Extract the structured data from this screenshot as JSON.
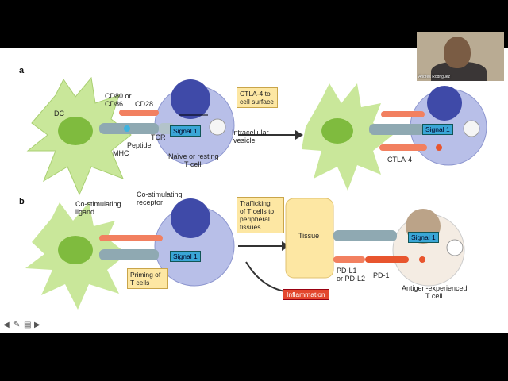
{
  "panels": {
    "a": "a",
    "b": "b"
  },
  "panel_a": {
    "dc": "DC",
    "cd80": "CD80 or",
    "cd86": "CD86",
    "cd28": "CD28",
    "peptide": "Peptide",
    "tcr": "TCR",
    "mhc": "MHC",
    "signal1": "Signal 1",
    "intracellular1": "Intracellular",
    "intracellular2": "vesicle",
    "naive1": "Naïve or resting",
    "naive2": "T cell",
    "ctla4_box1": "CTLA-4 to",
    "ctla4_box2": "cell surface",
    "signal1_right": "Signal 1",
    "ctla4": "CTLA-4"
  },
  "panel_b": {
    "costim_ligand1": "Co-stimulating",
    "costim_ligand2": "ligand",
    "costim_receptor1": "Co-stimulating",
    "costim_receptor2": "receptor",
    "signal1": "Signal 1",
    "priming1": "Priming of",
    "priming2": "T cells",
    "traffic1": "Trafficking",
    "traffic2": "of T cells to",
    "traffic3": "peripheral",
    "traffic4": "tissues",
    "tissue": "Tissue",
    "signal1_right": "Signal 1",
    "pdl1": "PD-L1",
    "pdl2": "or PD-L2",
    "pd1": "PD-1",
    "inflammation": "Inflammation",
    "antigen1": "Antigen-experienced",
    "antigen2": "T cell"
  },
  "video": {
    "name": "Andres Rodriguez"
  },
  "controls": {
    "prev": "◀",
    "pen": "✎",
    "menu": "▤",
    "next": "▶"
  }
}
